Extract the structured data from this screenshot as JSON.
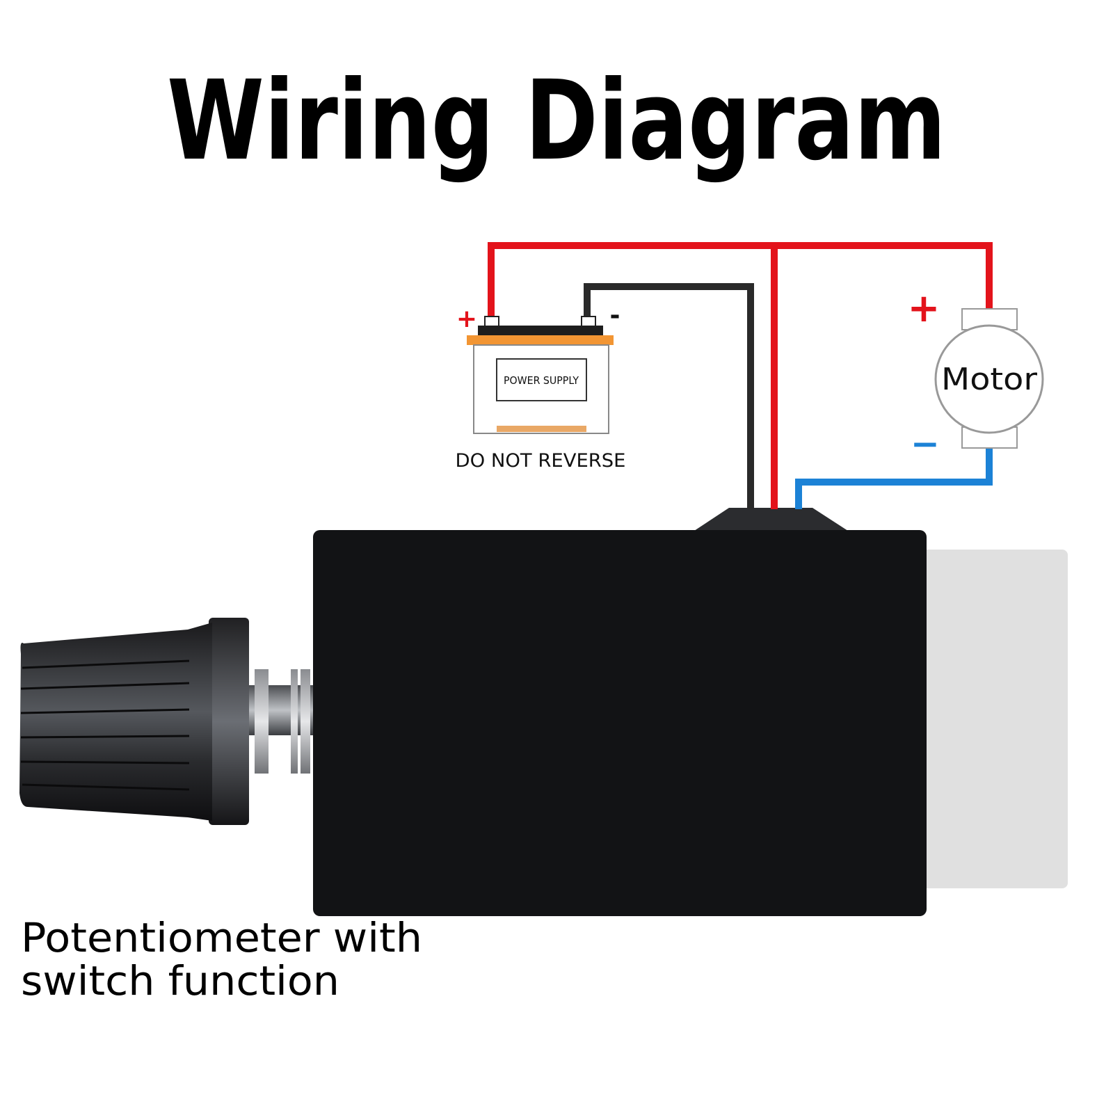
{
  "title": "Wiring Diagram",
  "battery": {
    "label": "POWER SUPPLY",
    "plus_sign": "+",
    "minus_sign": "-",
    "warning": "DO NOT REVERSE"
  },
  "motor": {
    "label": "Motor",
    "plus_sign": "+",
    "minus_sign": "−"
  },
  "caption": {
    "line1": "Potentiometer with",
    "line2": "switch function"
  },
  "colors": {
    "positive_wire": "#e3131b",
    "negative_wire": "#2a2a2a",
    "motor_negative_wire": "#1c82d6",
    "controller_body": "#121315",
    "battery_band": "#f29533",
    "side_panel": "#e0e0e0"
  }
}
